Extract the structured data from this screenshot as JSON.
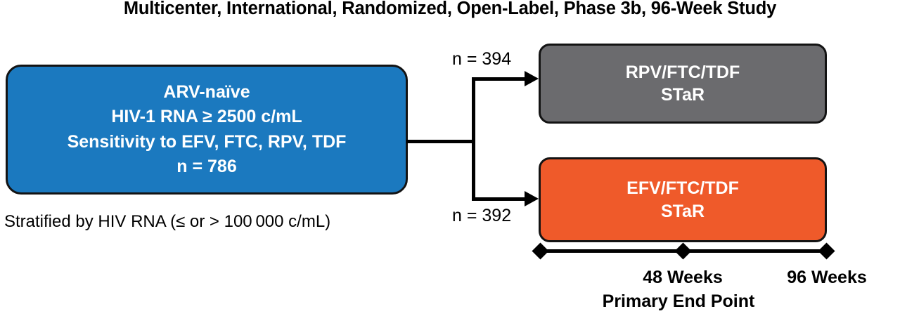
{
  "title": "Multicenter, International, Randomized, Open-Label, Phase 3b, 96-Week Study",
  "enrollment": {
    "line1": "ARV-naïve",
    "line2": "HIV-1 RNA ≥ 2500 c/mL",
    "line3": "Sensitivity to EFV, FTC, RPV, TDF",
    "line4": "n = 786",
    "color": "#1b79bf"
  },
  "stratification": {
    "note": "Stratified by HIV RNA (≤ or > 100 000 c/mL)"
  },
  "arms": [
    {
      "allocation": "n = 394",
      "regimen": "RPV/FTC/TDF",
      "study": "STaR",
      "color": "#6b6b6e"
    },
    {
      "allocation": "n = 392",
      "regimen": "EFV/FTC/TDF",
      "study": "STaR",
      "color": "#ef5a2a"
    }
  ],
  "timeline": {
    "markers": [
      {
        "label": "",
        "week": 0
      },
      {
        "label": "48 Weeks",
        "week": 48
      },
      {
        "label": "96 Weeks",
        "week": 96
      }
    ],
    "label_48": "48 Weeks",
    "label_96": "96 Weeks",
    "primary_endpoint": "Primary End Point"
  }
}
